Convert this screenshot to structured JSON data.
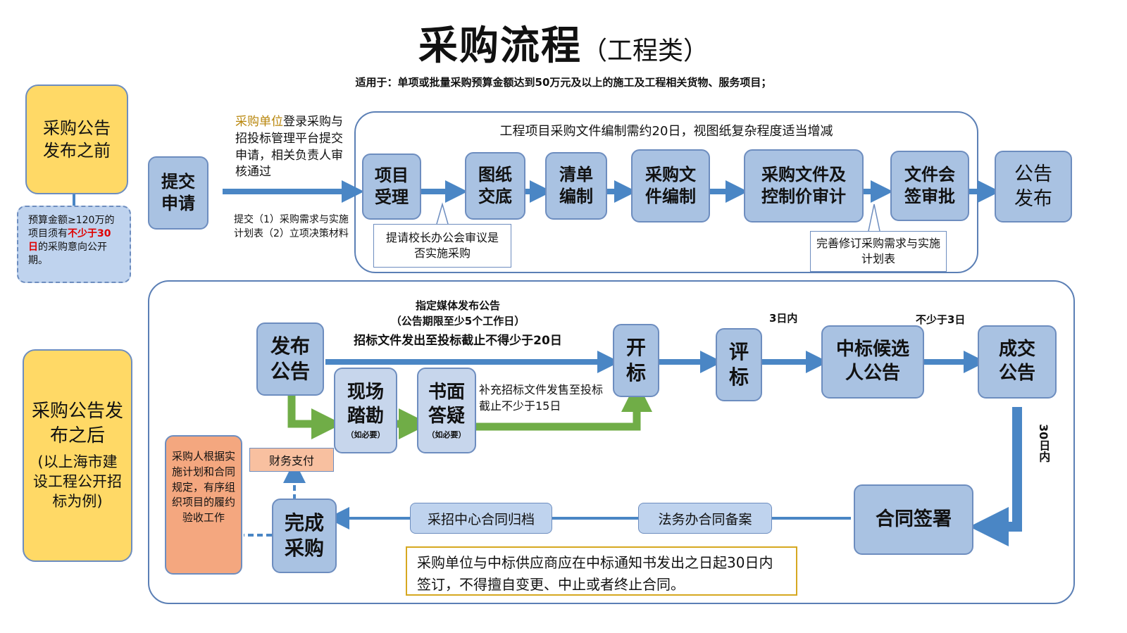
{
  "title": {
    "main": "采购流程",
    "sub": "（工程类）"
  },
  "subtitle": "适用于：单项或批量采购预算金额达到50万元及以上的施工及工程相关货物、服务项目；",
  "colors": {
    "box": "#a9c2e2",
    "border": "#6d8dbf",
    "yellow": "#ffd966",
    "green": "#70ad47",
    "arrow": "#4a86c5"
  },
  "before_section": {
    "label": "采购公告发布之前",
    "prenotice": {
      "prefix": "预算金额≥120万的项目须有",
      "highlight": "不少于30日",
      "suffix": "的采购意向公开期。"
    },
    "submit_box": "提交申请",
    "submit_desc": {
      "highlight": "采购单位",
      "rest": "登录采购与招投标管理平台提交申请，相关负责人审核通过"
    },
    "submit_materials": "提交（1）采购需求与实施计划表（2）立项决策材料",
    "frame_header": "工程项目采购文件编制需约20日，视图纸复杂程度适当增减",
    "steps": [
      "项目受理",
      "图纸交底",
      "清单编制",
      "采购文件编制",
      "采购文件及控制价审计",
      "文件会签审批"
    ],
    "note_principal": "提请校长办公会审议是否实施采购",
    "note_revise": "完善修订采购需求与实施计划表",
    "announce": "公告发布"
  },
  "after_section": {
    "label": "采购公告发布之后",
    "label_sub": "(以上海市建设工程公开招标为例)",
    "publish": "发布公告",
    "media_note": {
      "line1": "指定媒体发布公告",
      "line2": "（公告期限至少5个工作日）",
      "line3": "招标文件发出至投标截止不得少于20日"
    },
    "site_visit": {
      "label": "现场踏勘",
      "note": "（如必要）"
    },
    "qa": {
      "label": "书面答疑",
      "note": "（如必要）"
    },
    "supplement_note": "补充招标文件发售至投标截止不少于15日",
    "open": "开标",
    "evaluate": "评标",
    "within_3": "3日内",
    "candidate": "中标候选人公告",
    "not_less_3": "不少于3日",
    "deal": "成交公告",
    "within_30": "30日内",
    "contract": "合同签署",
    "legal_filing": "法务办合同备案",
    "archive": "采招中心合同归档",
    "complete": "完成采购",
    "payment": "财务支付",
    "acceptance": "采购人根据实施计划和合同规定，有序组织项目的履约验收工作",
    "notice": "采购单位与中标供应商应在中标通知书发出之日起30日内签订，不得擅自变更、中止或者终止合同。"
  }
}
